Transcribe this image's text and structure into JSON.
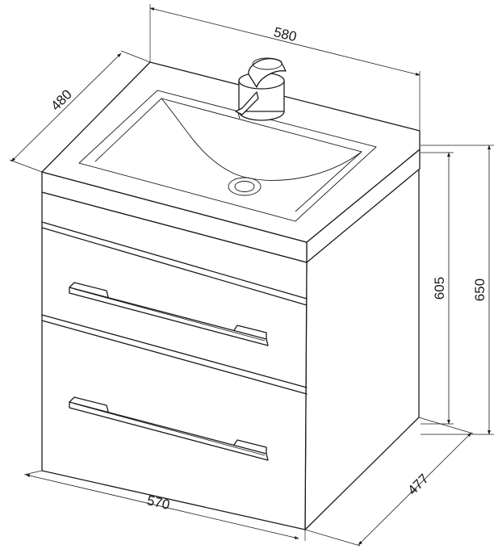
{
  "dimensions": {
    "top_width": "580",
    "top_depth": "480",
    "body_height": "605",
    "total_height": "650",
    "base_depth": "477",
    "base_width": "570"
  }
}
